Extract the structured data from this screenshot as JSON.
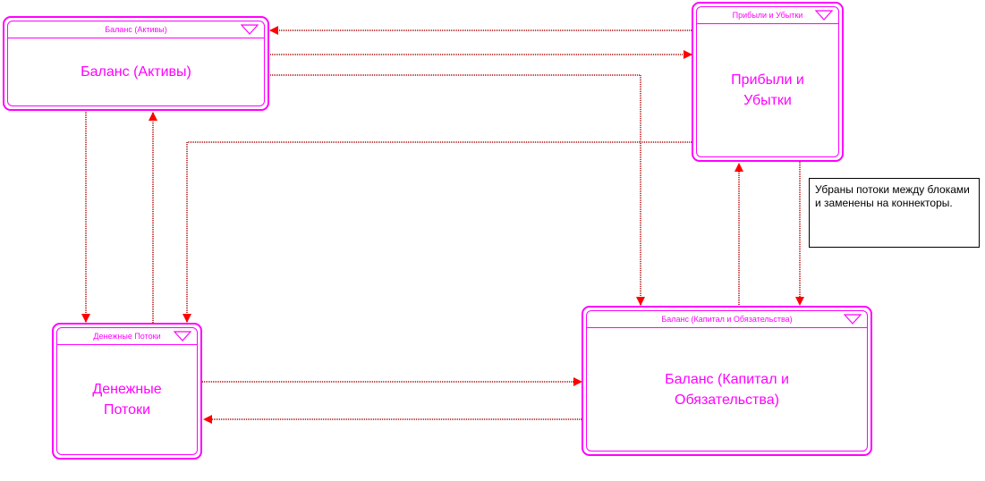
{
  "colors": {
    "block_border": "#ff00ff",
    "connector": "#c04040",
    "arrowhead": "#ff0000",
    "note_border": "#000000"
  },
  "blocks": {
    "assets": {
      "header": "Баланс (Активы)",
      "title": "Баланс (Активы)",
      "icon": "chevron-down-icon"
    },
    "pnl": {
      "header": "Прибыли и Убытки",
      "title": "Прибыли и\nУбытки",
      "icon": "chevron-down-icon"
    },
    "cashflow": {
      "header": "Денежные Потоки",
      "title": "Денежные\nПотоки",
      "icon": "chevron-down-icon"
    },
    "liabilities": {
      "header": "Баланс (Капитал и Обязательства)",
      "title": "Баланс (Капитал и\nОбязательства)",
      "icon": "chevron-down-icon"
    }
  },
  "note": {
    "text": "Убраны потоки между блоками и заменены на коннекторы."
  }
}
